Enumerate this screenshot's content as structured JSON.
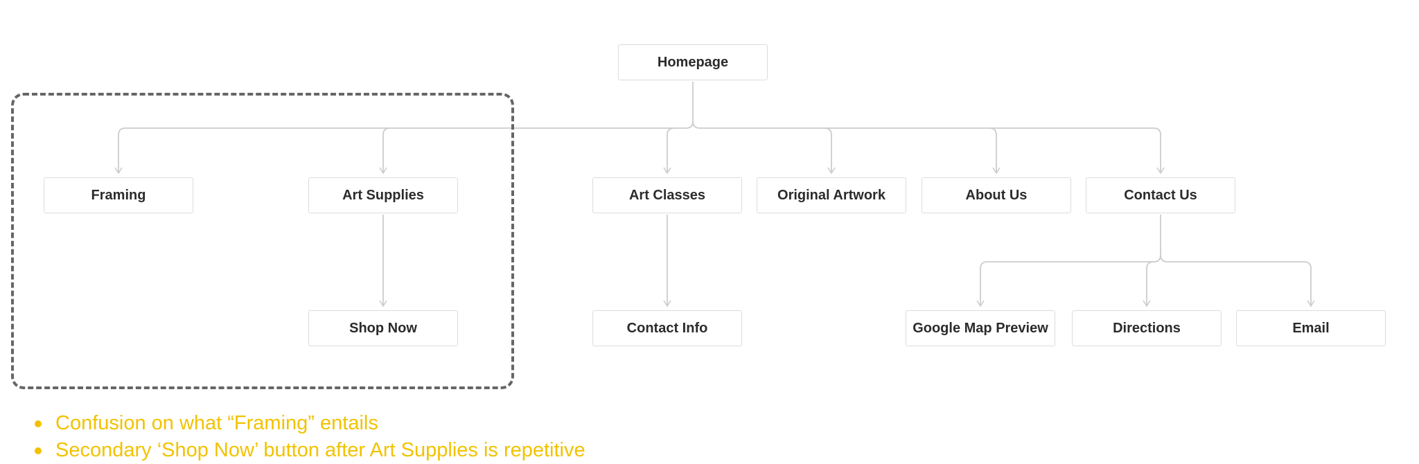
{
  "nodes": {
    "homepage": "Homepage",
    "framing": "Framing",
    "art_supplies": "Art Supplies",
    "shop_now": "Shop Now",
    "art_classes": "Art Classes",
    "contact_info": "Contact Info",
    "original_artwork": "Original Artwork",
    "about_us": "About Us",
    "contact_us": "Contact Us",
    "google_map_preview": "Google Map Preview",
    "directions": "Directions",
    "email": "Email"
  },
  "notes": [
    "Confusion on what “Framing” entails",
    "Secondary ‘Shop Now’ button after Art Supplies is repetitive"
  ],
  "colors": {
    "connector": "#cccccc",
    "group_border": "#666666",
    "notes": "#f2c200"
  }
}
